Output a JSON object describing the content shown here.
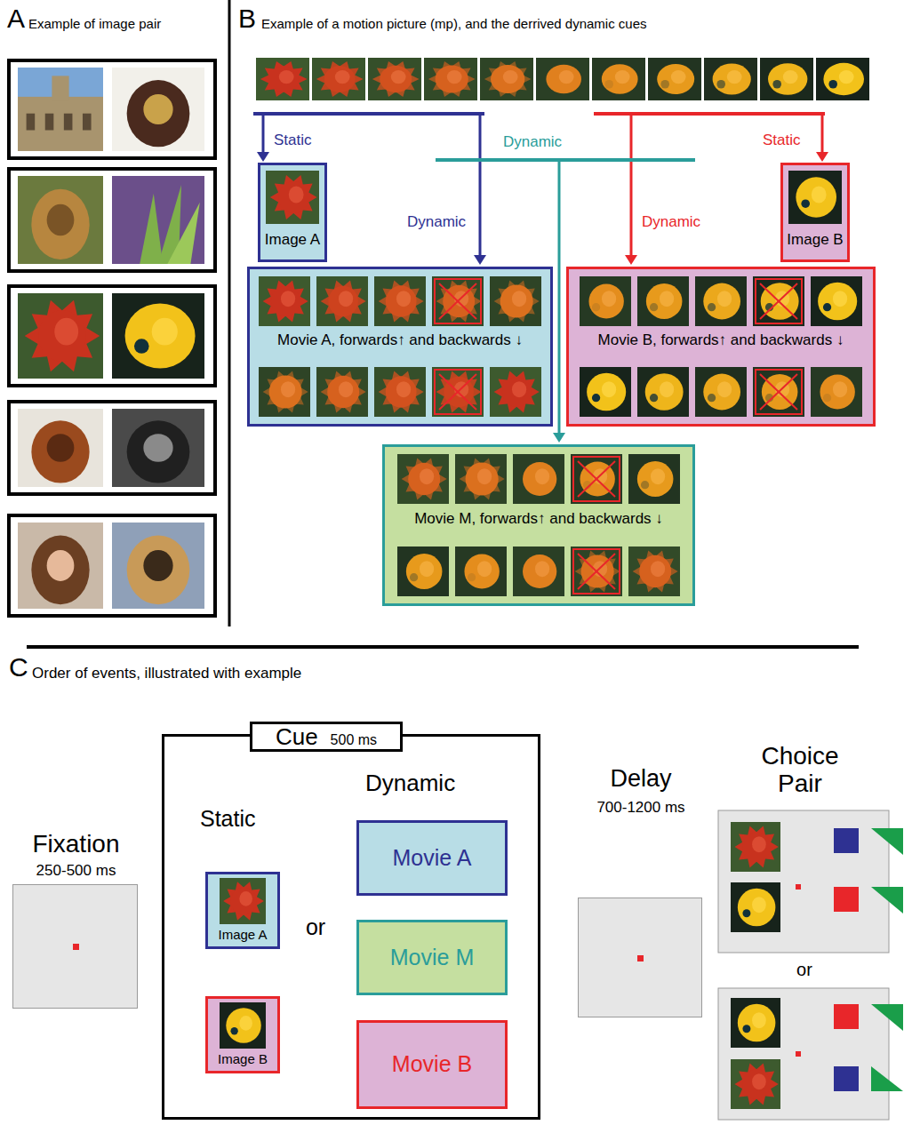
{
  "diagram": {
    "nodes": [
      {
        "text": [
          "Image A"
        ]
      },
      {
        "text": [
          "Image B"
        ]
      },
      {
        "text": [
          "Movie A, forwards↑ and backwards ↓"
        ]
      },
      {
        "text": [
          "Movie B, forwards↑ and backwards ↓"
        ]
      },
      {
        "text": [
          "Movie M, forwards↑ and backwards ↓"
        ]
      },
      {
        "text": [
          "Fixation",
          "250-500 ms"
        ]
      },
      {
        "text": [
          "Cue",
          "500 ms",
          "Static",
          "or",
          "Dynamic"
        ]
      },
      {
        "text": [
          "Image A"
        ],
        "in": 6
      },
      {
        "text": [
          "Image B"
        ],
        "in": 6
      },
      {
        "text": [
          "Movie A"
        ],
        "in": 6
      },
      {
        "text": [
          "Movie M"
        ],
        "in": 6
      },
      {
        "text": [
          "Movie B"
        ],
        "in": 6
      },
      {
        "text": [
          "Delay",
          "700-1200 ms"
        ]
      }
    ],
    "labels": [
      "A",
      "Example of image pair",
      "B",
      "Example of a motion picture (mp), and the derrived dynamic cues",
      "Static",
      "Dynamic",
      "Static",
      "Dynamic",
      "Dynamic",
      "C",
      "Order of events, illustrated with example",
      "Choice Pair",
      "or"
    ]
  }
}
